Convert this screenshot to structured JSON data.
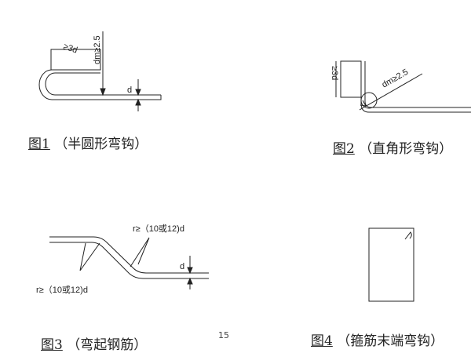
{
  "figures": [
    {
      "number": "图1",
      "title": "（半圆形弯钩）",
      "labels": {
        "len": "≥3d",
        "dm": "dm≥2.5",
        "d": "d"
      }
    },
    {
      "number": "图2",
      "title": "（直角形弯钩）",
      "labels": {
        "len": "≥3d",
        "dm": "dm≥2.5"
      }
    },
    {
      "number": "图3",
      "title": "（弯起钢筋）",
      "labels": {
        "r_top": "r≥（10或12)d",
        "r_bottom": "r≥（10或12)d",
        "d": "d"
      }
    },
    {
      "number": "图4",
      "title": "（箍筋末端弯钩）",
      "labels": {}
    }
  ],
  "page_number": "15"
}
